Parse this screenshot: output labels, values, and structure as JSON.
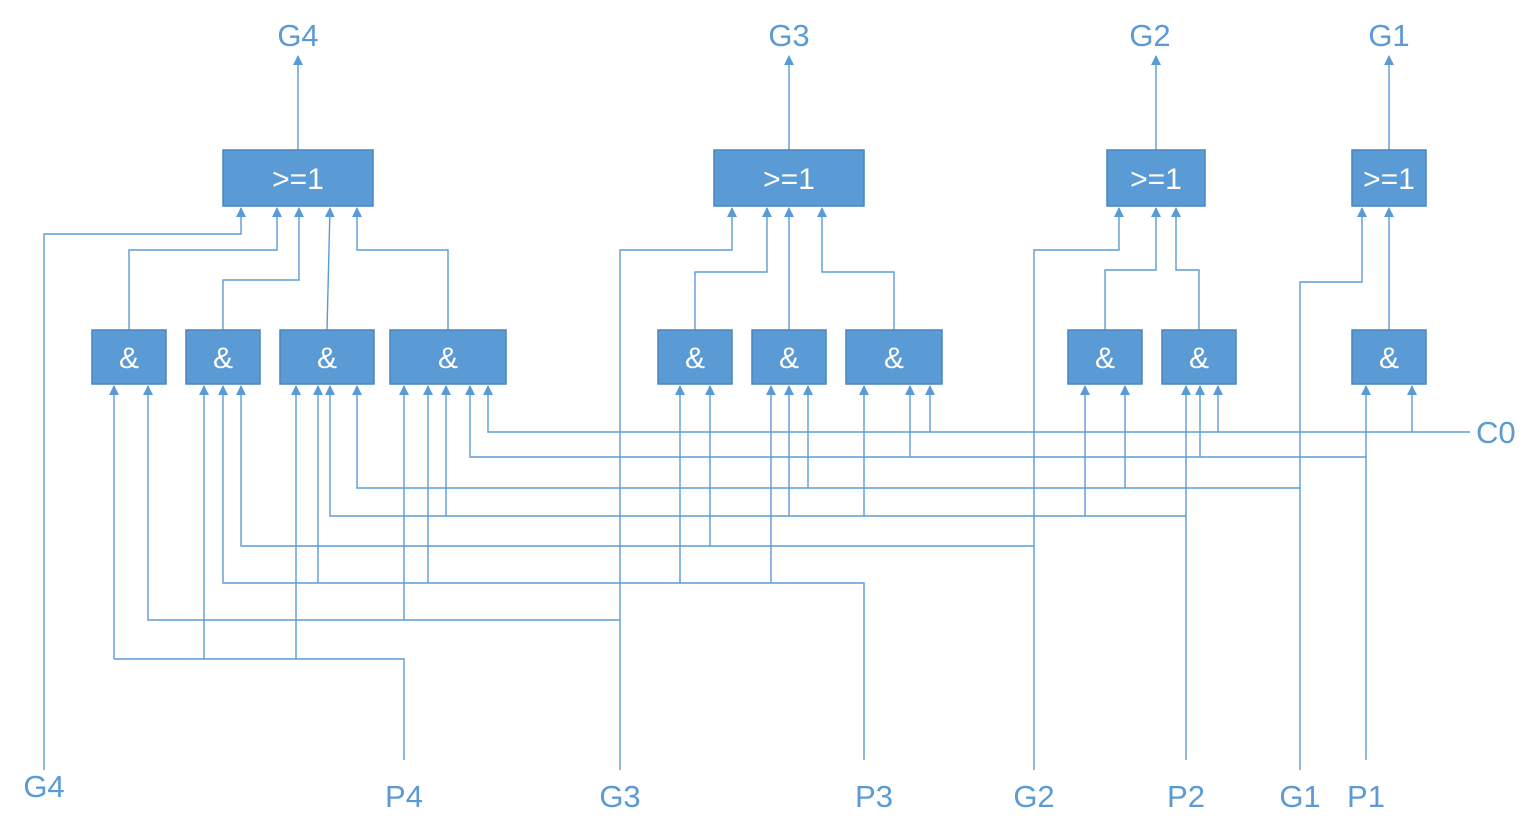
{
  "diagram": {
    "colors": {
      "line": "#5b9bd5",
      "gate": "#5b9bd5",
      "gate_text": "#ffffff",
      "background": "#ffffff"
    },
    "outputs": [
      "G4",
      "G3",
      "G2",
      "G1"
    ],
    "inputs": [
      "G4",
      "P4",
      "G3",
      "P3",
      "G2",
      "P2",
      "G1",
      "P1"
    ],
    "carry_in": "C0",
    "or_label": ">=1",
    "and_label": "&"
  }
}
